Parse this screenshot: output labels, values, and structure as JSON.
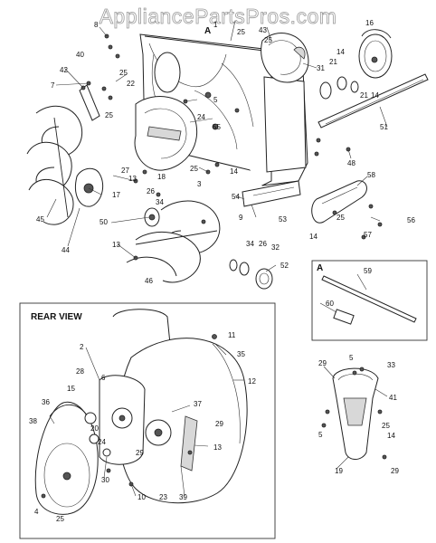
{
  "watermark": "AppliancePartsPros.com",
  "section_labels": {
    "a_top": "A",
    "a_detail": "A",
    "rear_view": "REAR VIEW"
  },
  "callouts": [
    {
      "id": "c8",
      "text": "8"
    },
    {
      "id": "c40",
      "text": "40"
    },
    {
      "id": "c42",
      "text": "42"
    },
    {
      "id": "c7",
      "text": "7"
    },
    {
      "id": "c25a",
      "text": "25"
    },
    {
      "id": "c22",
      "text": "22"
    },
    {
      "id": "c25b",
      "text": "25"
    },
    {
      "id": "c5a",
      "text": "5"
    },
    {
      "id": "c24",
      "text": "24"
    },
    {
      "id": "c55",
      "text": "55"
    },
    {
      "id": "c1",
      "text": "1"
    },
    {
      "id": "c25c",
      "text": "25"
    },
    {
      "id": "c43",
      "text": "43"
    },
    {
      "id": "c25d",
      "text": "25"
    },
    {
      "id": "c31",
      "text": "31"
    },
    {
      "id": "c16",
      "text": "16"
    },
    {
      "id": "c14a",
      "text": "14"
    },
    {
      "id": "c21a",
      "text": "21"
    },
    {
      "id": "c21b",
      "text": "21"
    },
    {
      "id": "c14b",
      "text": "14"
    },
    {
      "id": "c51",
      "text": "51"
    },
    {
      "id": "c48",
      "text": "48"
    },
    {
      "id": "c27",
      "text": "27"
    },
    {
      "id": "c13a",
      "text": "13"
    },
    {
      "id": "c18",
      "text": "18"
    },
    {
      "id": "c25e",
      "text": "25"
    },
    {
      "id": "c14c",
      "text": "14"
    },
    {
      "id": "c3",
      "text": "3"
    },
    {
      "id": "c17",
      "text": "17"
    },
    {
      "id": "c26a",
      "text": "26"
    },
    {
      "id": "c34a",
      "text": "34"
    },
    {
      "id": "c54",
      "text": "54"
    },
    {
      "id": "c58",
      "text": "58"
    },
    {
      "id": "c45",
      "text": "45"
    },
    {
      "id": "c50",
      "text": "50"
    },
    {
      "id": "c9",
      "text": "9"
    },
    {
      "id": "c53",
      "text": "53"
    },
    {
      "id": "c25f",
      "text": "25"
    },
    {
      "id": "c56",
      "text": "56"
    },
    {
      "id": "c44",
      "text": "44"
    },
    {
      "id": "c13b",
      "text": "13"
    },
    {
      "id": "c34b",
      "text": "34"
    },
    {
      "id": "c26b",
      "text": "26"
    },
    {
      "id": "c32",
      "text": "32"
    },
    {
      "id": "c14d",
      "text": "14"
    },
    {
      "id": "c57",
      "text": "57"
    },
    {
      "id": "c46",
      "text": "46"
    },
    {
      "id": "c52",
      "text": "52"
    },
    {
      "id": "c59",
      "text": "59"
    },
    {
      "id": "c60",
      "text": "60"
    },
    {
      "id": "c2",
      "text": "2"
    },
    {
      "id": "c11",
      "text": "11"
    },
    {
      "id": "c28",
      "text": "28"
    },
    {
      "id": "c6",
      "text": "6"
    },
    {
      "id": "c35",
      "text": "35"
    },
    {
      "id": "c12",
      "text": "12"
    },
    {
      "id": "c15",
      "text": "15"
    },
    {
      "id": "c36",
      "text": "36"
    },
    {
      "id": "c37",
      "text": "37"
    },
    {
      "id": "c38",
      "text": "38"
    },
    {
      "id": "c20",
      "text": "20"
    },
    {
      "id": "c24b",
      "text": "24"
    },
    {
      "id": "c29a",
      "text": "29"
    },
    {
      "id": "c13c",
      "text": "13"
    },
    {
      "id": "c29b",
      "text": "29"
    },
    {
      "id": "c30",
      "text": "30"
    },
    {
      "id": "c10",
      "text": "10"
    },
    {
      "id": "c23",
      "text": "23"
    },
    {
      "id": "c39",
      "text": "39"
    },
    {
      "id": "c4",
      "text": "4"
    },
    {
      "id": "c25g",
      "text": "25"
    },
    {
      "id": "c29c",
      "text": "29"
    },
    {
      "id": "c5b",
      "text": "5"
    },
    {
      "id": "c33",
      "text": "33"
    },
    {
      "id": "c41",
      "text": "41"
    },
    {
      "id": "c5c",
      "text": "5"
    },
    {
      "id": "c25h",
      "text": "25"
    },
    {
      "id": "c14e",
      "text": "14"
    },
    {
      "id": "c19",
      "text": "19"
    },
    {
      "id": "c29d",
      "text": "29"
    }
  ]
}
